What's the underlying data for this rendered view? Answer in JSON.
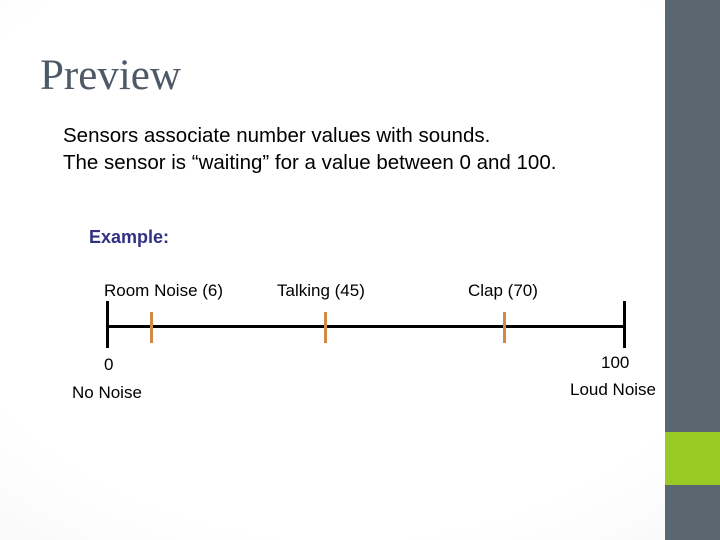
{
  "slide": {
    "title": "Preview",
    "body": {
      "line1": "Sensors associate number values with sounds.",
      "line2": "The sensor is “waiting” for a value between 0 and 100."
    },
    "example_label": "Example:",
    "number_line": {
      "markers": [
        {
          "label": "Room Noise (6)",
          "value": 6
        },
        {
          "label": "Talking (45)",
          "value": 45
        },
        {
          "label": "Clap (70)",
          "value": 70
        }
      ],
      "range": {
        "min_value": "0",
        "min_label": "No Noise",
        "max_value": "100",
        "max_label": "Loud Noise"
      }
    },
    "colors": {
      "title_text": "#4d5966",
      "body_text": "#000000",
      "example_text": "#303183",
      "line": "#000000",
      "marker_tick": "#d08a45",
      "sidebar_gray": "#5b6770",
      "accent_green": "#99ca26"
    }
  }
}
